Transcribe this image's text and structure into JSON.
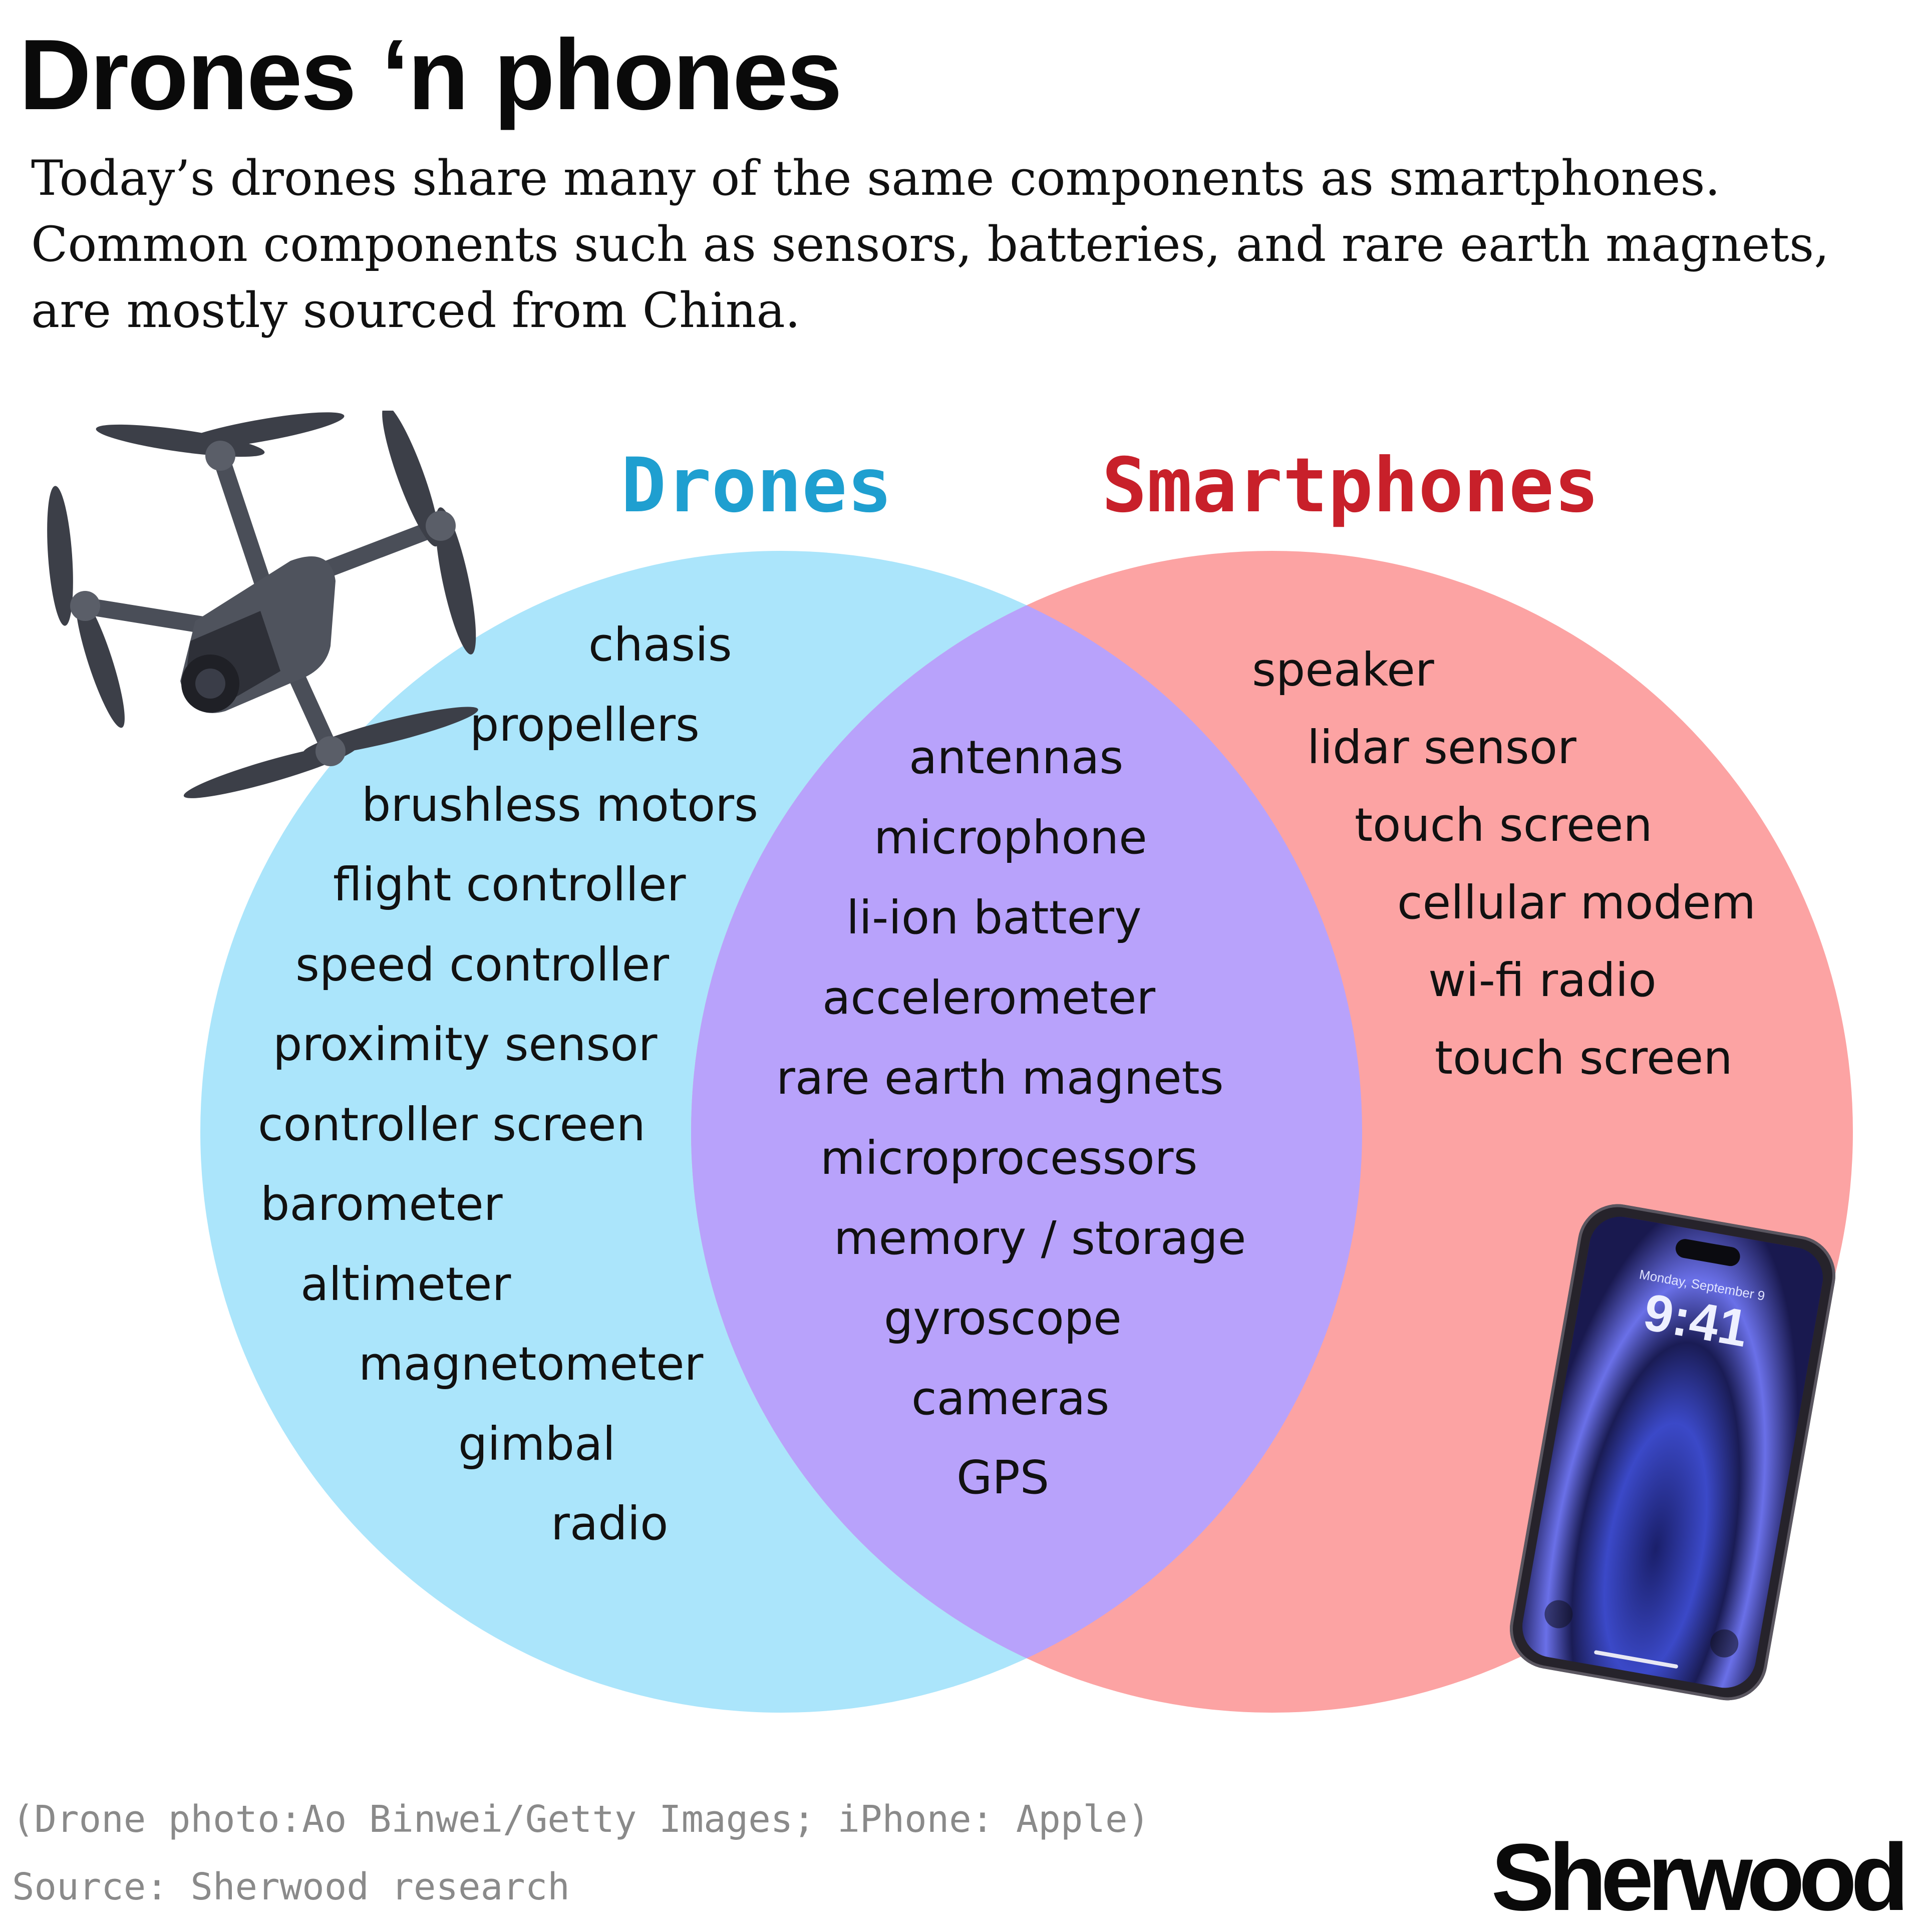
{
  "title": "Drones ‘n phones",
  "subtitle": "Today’s drones share many of the same components as smartphones. Common components such as sensors, batteries, and rare earth magnets, are mostly sourced from China.",
  "colors": {
    "drones_circle": "#abe5fb",
    "smartphones_circle": "#fca3a3",
    "overlap": "#b8a2fb",
    "drones_label": "#1f9fd0",
    "smartphones_label": "#c8202a"
  },
  "sets": {
    "drones": {
      "label": "Drones",
      "items": [
        "chasis",
        "propellers",
        "brushless motors",
        "flight controller",
        "speed controller",
        "proximity sensor",
        "controller screen",
        "barometer",
        "altimeter",
        "magnetometer",
        "gimbal",
        "radio"
      ]
    },
    "shared": {
      "items": [
        "antennas",
        "microphone",
        "li-ion battery",
        "accelerometer",
        "rare earth magnets",
        "microprocessors",
        "memory / storage",
        "gyroscope",
        "cameras",
        "GPS"
      ]
    },
    "smartphones": {
      "label": "Smartphones",
      "items": [
        "speaker",
        "lidar sensor",
        "touch screen",
        "cellular modem",
        "wi-fi radio",
        "touch screen"
      ]
    }
  },
  "phone_screen": {
    "date": "Monday, September 9",
    "time": "9:41"
  },
  "credits": {
    "photo": "(Drone photo:Ao Binwei/Getty Images; iPhone: Apple)",
    "source": "Source: Sherwood research"
  },
  "brand": "Sherwood",
  "images": {
    "drone": "drone-photo",
    "phone": "iphone-photo"
  }
}
